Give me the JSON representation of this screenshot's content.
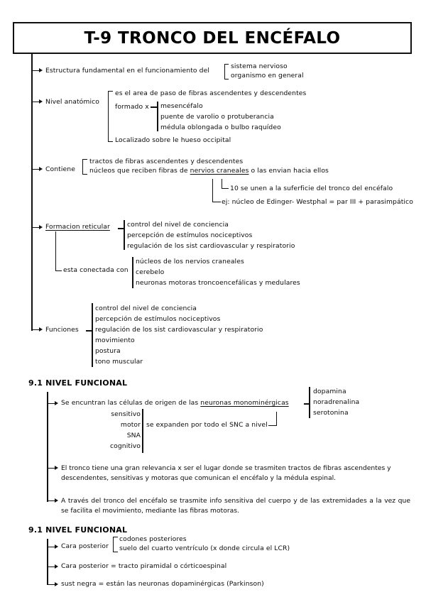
{
  "document": {
    "title": "T-9  TRONCO DEL ENCÉFALO"
  },
  "branches": {
    "estructura": {
      "label": "Estructura fundamental en el funcionamiento del",
      "items": [
        "sistema nervioso",
        "organismo en general"
      ]
    },
    "nivel_anatomico": {
      "label": "Nivel anatómico",
      "items": [
        "es el area de paso de fibras ascendentes y descendentes",
        "formado x",
        "Localizado sobre le hueso occipital"
      ],
      "formado_x": [
        "mesencéfalo",
        "puente de varolio o protuberancia",
        "médula oblongada o bulbo raquídeo"
      ]
    },
    "contiene": {
      "label": "Contiene",
      "items": [
        "tractos de fibras ascendentes y descendentes"
      ],
      "nucleos_prefix": "núcleos que reciben fibras de ",
      "nucleos_underlined": "nervios craneales",
      "nucleos_suffix": " o las envian hacia ellos",
      "sub_items": [
        "10 se unen a la suferficie del tronco del encéfalo",
        "ej: núcleo de Edinger- Westphal = par III + parasimpático"
      ]
    },
    "formacion_reticular": {
      "label": "Formacion reticular",
      "items": [
        "control del nivel de conciencia",
        "percepción de estímulos nociceptivos",
        "regulación de los sist cardiovascular y respiratorio"
      ],
      "conectada_label": "esta conectada con",
      "conectada_items": [
        "núcleos de los nervios craneales",
        "cerebelo",
        "neuronas motoras troncoencefálicas y medulares"
      ]
    },
    "funciones": {
      "label": "Funciones",
      "items": [
        "control del nivel de conciencia",
        "percepción de estímulos nociceptivos",
        "regulación de los sist cardiovascular y respiratorio",
        "movimiento",
        "postura",
        "tono muscular"
      ]
    }
  },
  "section_funcional_1": {
    "heading": "9.1  NIVEL FUNCIONAL",
    "lead_prefix": "Se encuntran las células de origen de las ",
    "lead_underlined": "neuronas monominérgicas",
    "neurotransmitters": [
      "dopamina",
      "noradrenalina",
      "serotonina"
    ],
    "levels": [
      "sensitivo",
      "motor",
      "SNA",
      "cognitivo"
    ],
    "levels_label": "se expanden por todo el SNC a nivel",
    "paragraphs": [
      "El tronco tiene una gran relevancia x ser el lugar donde se trasmiten tractos de fibras ascendentes y descendentes, sensitivas y motoras que comunican el encéfalo y la médula espinal.",
      "A través del tronco del encéfalo se trasmite info sensitiva del cuerpo y de las extremidades a la vez que se facilita el movimiento, mediante las fibras motoras."
    ]
  },
  "section_funcional_2": {
    "heading": "9.1  NIVEL FUNCIONAL",
    "rows": [
      {
        "label": "Cara posterior",
        "items": [
          "codones posteriores",
          "suelo del cuarto ventrículo (x donde circula el LCR)"
        ]
      },
      {
        "label": "Cara posterior = tracto piramidal o córticoespinal"
      },
      {
        "label": "sust negra = están las neuronas dopaminérgicas (Parkinson)"
      }
    ]
  },
  "colors": {
    "ink": "#0b0b0b",
    "line": "#111111",
    "background": "#ffffff"
  }
}
